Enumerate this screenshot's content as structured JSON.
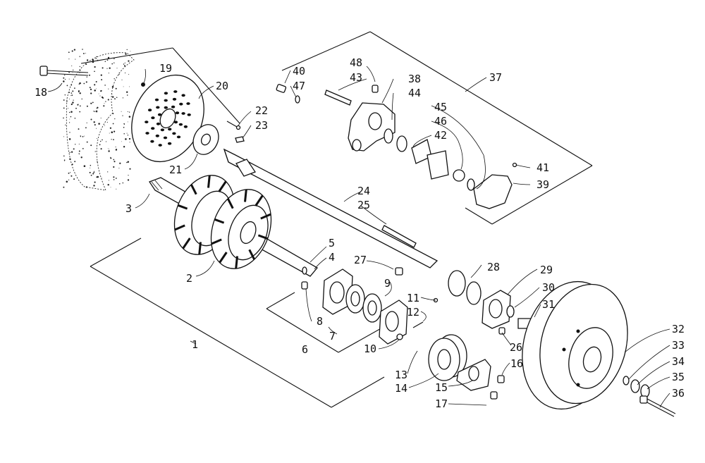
{
  "labels": {
    "p1": "1",
    "p2": "2",
    "p3": "3",
    "p4": "4",
    "p5": "5",
    "p6": "6",
    "p7": "7",
    "p8": "8",
    "p9": "9",
    "p10": "10",
    "p11": "11",
    "p12": "12",
    "p13": "13",
    "p14": "14",
    "p15": "15",
    "p16": "16",
    "p17": "17",
    "p18": "18",
    "p19": "19",
    "p20": "20",
    "p21": "21",
    "p22": "22",
    "p23": "23",
    "p24": "24",
    "p25": "25",
    "p26": "26",
    "p27": "27",
    "p28": "28",
    "p29": "29",
    "p30": "30",
    "p31": "31",
    "p32": "32",
    "p33": "33",
    "p34": "34",
    "p35": "35",
    "p36": "36",
    "p37": "37",
    "p38": "38",
    "p39": "39",
    "p40": "40",
    "p41": "41",
    "p42": "42",
    "p43": "43",
    "p44": "44",
    "p45": "45",
    "p46": "46",
    "p47": "47",
    "p48": "48"
  }
}
